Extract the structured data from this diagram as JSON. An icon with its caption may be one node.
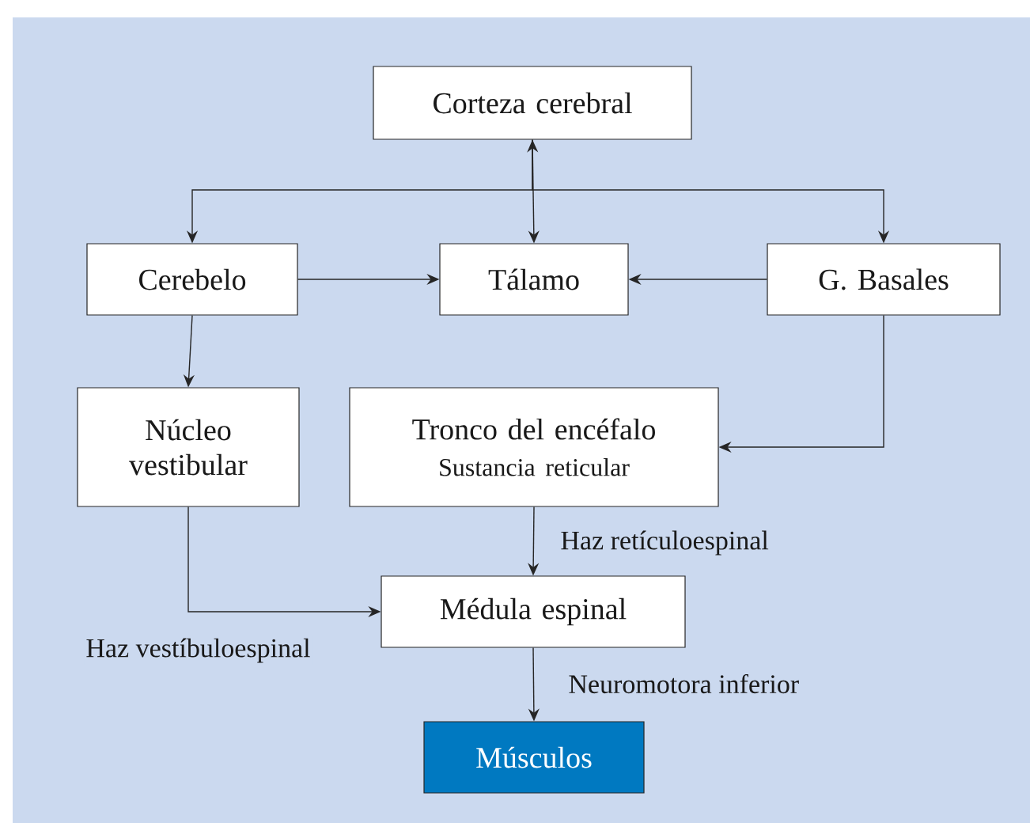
{
  "diagram": {
    "nodes": [
      {
        "text": [
          "Corteza cerebral"
        ]
      },
      {
        "text": [
          "Cerebelo"
        ]
      },
      {
        "text": [
          "Tálamo"
        ]
      },
      {
        "text": [
          "G. Basales"
        ]
      },
      {
        "text": [
          "Núcleo vestibular"
        ]
      },
      {
        "text": [
          "Tronco del encéfalo",
          "Sustancia reticular"
        ]
      },
      {
        "text": [
          "Médula espinal"
        ]
      },
      {
        "text": [
          "Músculos"
        ]
      }
    ],
    "edges": [
      {
        "from": 0,
        "to": 2,
        "arrow": "both"
      },
      {
        "from": 0,
        "to": 1,
        "arrow": "to"
      },
      {
        "from": 0,
        "to": 3,
        "arrow": "to"
      },
      {
        "from": 1,
        "to": 2,
        "arrow": "to"
      },
      {
        "from": 3,
        "to": 2,
        "arrow": "to"
      },
      {
        "from": 1,
        "to": 4,
        "arrow": "to"
      },
      {
        "from": 3,
        "to": 5,
        "arrow": "to"
      },
      {
        "from": 5,
        "to": 6,
        "arrow": "to",
        "label": "Haz retículoespinal"
      },
      {
        "from": 4,
        "to": 6,
        "arrow": "to",
        "label": "Haz vestíbuloespinal"
      },
      {
        "from": 6,
        "to": 7,
        "arrow": "to",
        "label": "Neuromotora inferior"
      }
    ]
  }
}
